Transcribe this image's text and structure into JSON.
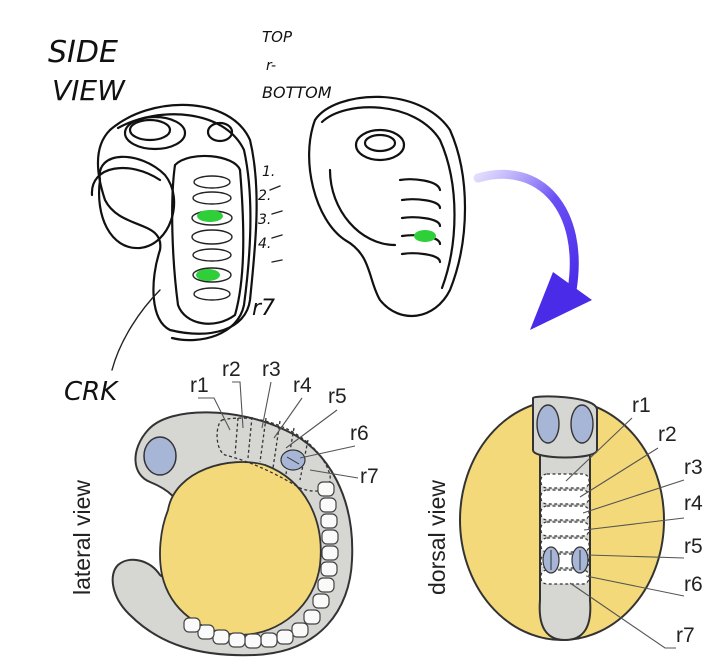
{
  "sketch": {
    "side_view": [
      "SIDE",
      "VIEW"
    ],
    "top_bottom": [
      "TOP",
      "r-",
      "BOTTOM"
    ],
    "numbers": [
      "1.",
      "2.",
      "3.",
      "4.",
      "r7"
    ],
    "crk": "CRK"
  },
  "lateral": {
    "title": "lateral view",
    "rhombomeres": [
      "r1",
      "r2",
      "r3",
      "r4",
      "r5",
      "r6",
      "r7"
    ]
  },
  "dorsal": {
    "title": "dorsal view",
    "rhombomeres": [
      "r1",
      "r2",
      "r3",
      "r4",
      "r5",
      "r6",
      "r7"
    ]
  },
  "colors": {
    "yolk": "#f4d97a",
    "tissue": "#d6d6d3",
    "eye": "#a7b6d6",
    "arrow": "#5b3df5",
    "green": "#2fcf3a"
  }
}
